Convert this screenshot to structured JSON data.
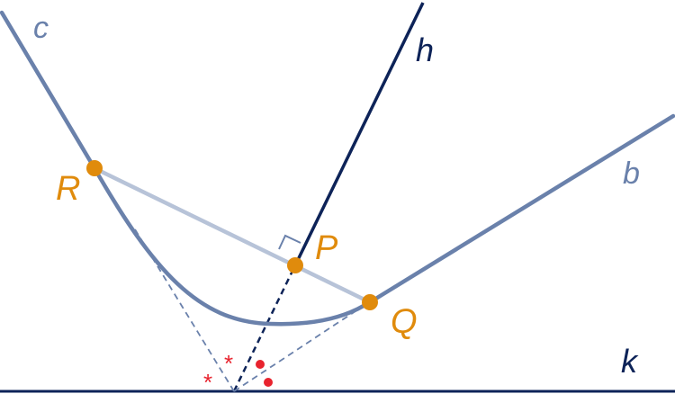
{
  "labels": {
    "c": "c",
    "h": "h",
    "b": "b",
    "k": "k",
    "R": "R",
    "P": "P",
    "Q": "Q"
  },
  "marks": {
    "star1": "*",
    "star2": "*"
  },
  "colors": {
    "steel": "#6a81ab",
    "steel_light": "#b7c3d8",
    "navy": "#0d2358",
    "point": "#e08b0c",
    "red": "#e8232e"
  }
}
